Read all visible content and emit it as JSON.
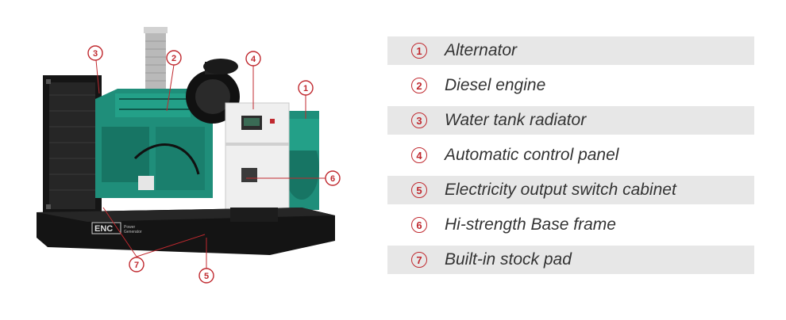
{
  "colors": {
    "accent": "#c0292f",
    "engine_green": "#1f8e7a",
    "frame_black": "#141414",
    "row_shade": "#e7e7e7",
    "text": "#333333"
  },
  "brand": {
    "logo_text": "ENC",
    "tagline_line1": "Power",
    "tagline_line2": "Generator"
  },
  "callouts": [
    {
      "number": "①"
    },
    {
      "number": "②"
    },
    {
      "number": "③"
    },
    {
      "number": "④"
    },
    {
      "number": "⑤"
    },
    {
      "number": "⑥"
    },
    {
      "number": "⑦"
    }
  ],
  "callout_labels": [
    "1",
    "2",
    "3",
    "4",
    "5",
    "6",
    "7"
  ],
  "legend": {
    "items": [
      {
        "number": "1",
        "label": "Alternator"
      },
      {
        "number": "2",
        "label": "Diesel engine"
      },
      {
        "number": "3",
        "label": "Water tank radiator"
      },
      {
        "number": "4",
        "label": "Automatic control panel"
      },
      {
        "number": "5",
        "label": "Electricity output switch cabinet"
      },
      {
        "number": "6",
        "label": "Hi-strength Base frame"
      },
      {
        "number": "7",
        "label": "Built-in stock pad"
      }
    ]
  }
}
